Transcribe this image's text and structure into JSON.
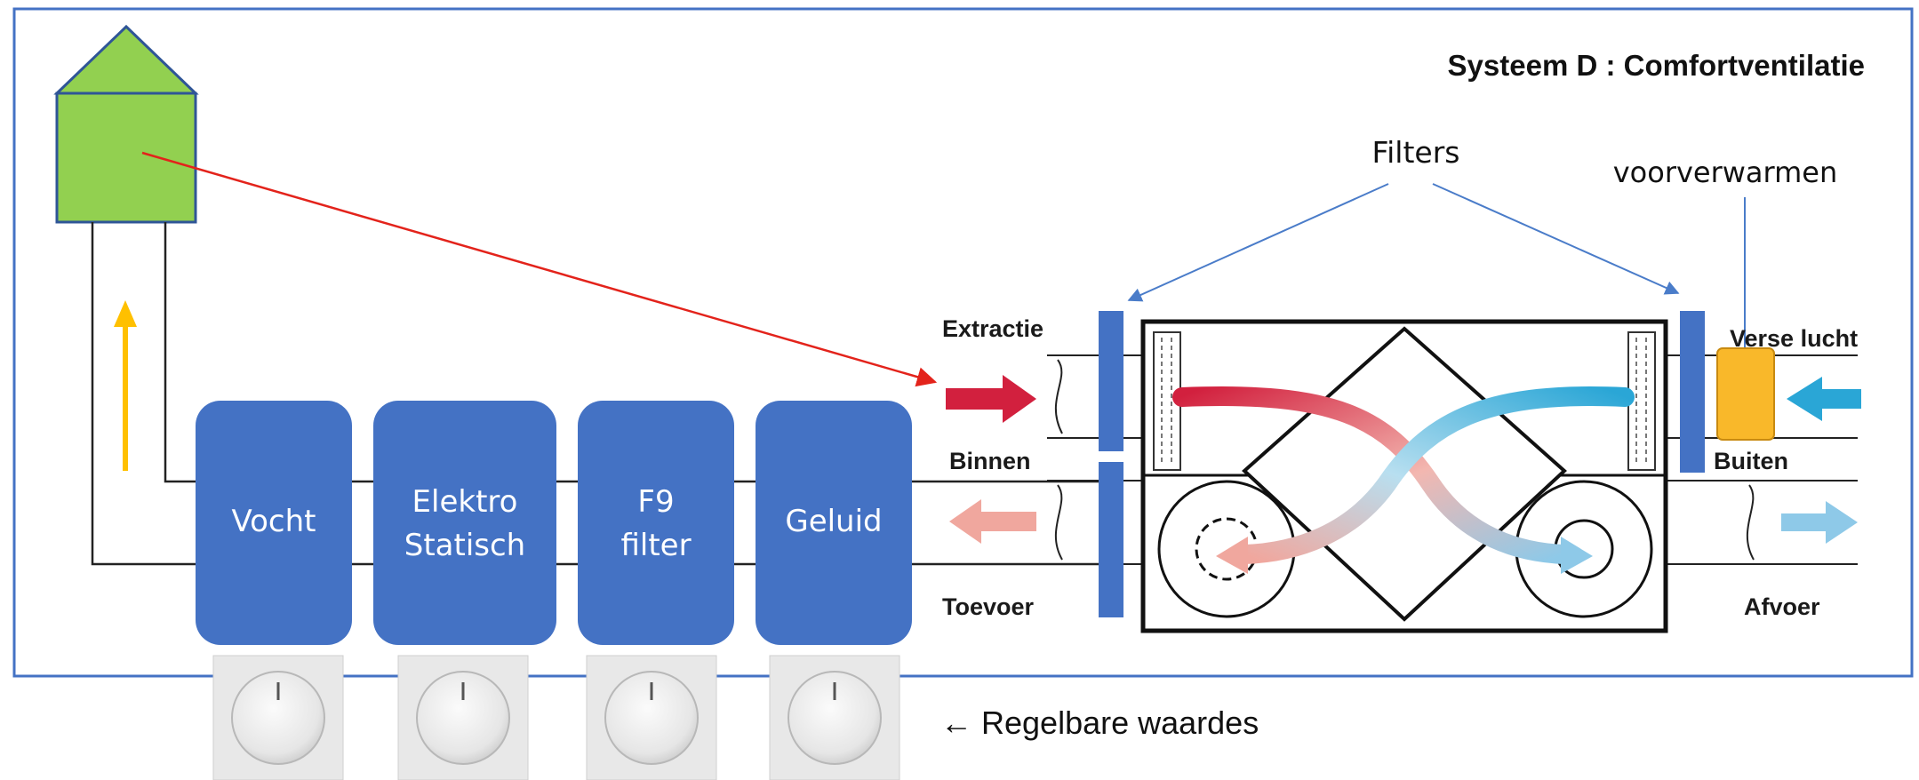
{
  "title": "Systeem D : Comfortventilatie",
  "labels": {
    "filters": "Filters",
    "preheat": "voorverwarmen",
    "extraction": "Extractie",
    "fresh_air": "Verse lucht",
    "inside": "Binnen",
    "outside": "Buiten",
    "supply": "Toevoer",
    "exhaust": "Afvoer",
    "adjustable": "← Regelbare waardes"
  },
  "modules": [
    {
      "line1": "Vocht",
      "line2": ""
    },
    {
      "line1": "Elektro",
      "line2": "Statisch"
    },
    {
      "line1": "F9",
      "line2": "filter"
    },
    {
      "line1": "Geluid",
      "line2": ""
    }
  ],
  "colors": {
    "module_fill": "#4472c4",
    "house_fill": "#92d050",
    "house_stroke": "#2f5597",
    "preheat_fill": "#f9b82a",
    "link_arrow": "#e3231b",
    "up_arrow": "#ffc000",
    "warm_air": "#d2203e",
    "cold_air": "#2aa6d6",
    "frame": "#4472c4"
  }
}
